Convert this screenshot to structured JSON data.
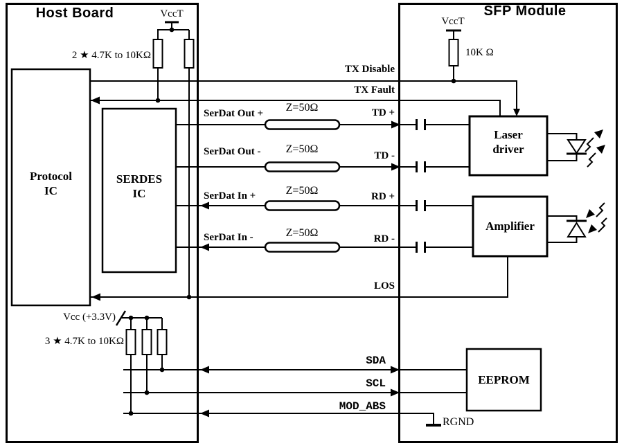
{
  "host_board": {
    "title": "Host Board",
    "protocol_ic": {
      "line1": "Protocol",
      "line2": "IC"
    },
    "serdes_ic": {
      "line1": "SERDES",
      "line2": "IC"
    },
    "pullup_tx": {
      "vcc_label": "VccT",
      "value": "2 ★ 4.7K to 10KΩ"
    },
    "pullup_i2c": {
      "vcc_label": "Vcc (+3.3V)",
      "value": "3 ★ 4.7K to 10KΩ"
    }
  },
  "sfp_module": {
    "title": "SFP Module",
    "laser_driver": {
      "line1": "Laser",
      "line2": "driver"
    },
    "amplifier": {
      "label": "Amplifier"
    },
    "eeprom": {
      "label": "EEPROM"
    },
    "pullup": {
      "vcc_label": "VccT",
      "value": "10K Ω"
    },
    "rgnd_label": "RGND"
  },
  "signals": {
    "tx_disable": "TX Disable",
    "tx_fault": "TX Fault",
    "serdat_out_p": "SerDat Out +",
    "serdat_out_m": "SerDat Out -",
    "serdat_in_p": "SerDat In +",
    "serdat_in_m": "SerDat In -",
    "td_p": "TD +",
    "td_m": "TD -",
    "rd_p": "RD +",
    "rd_m": "RD -",
    "los": "LOS",
    "sda": "SDA",
    "scl": "SCL",
    "mod_abs": "MOD_ABS",
    "impedance": "Z=50Ω"
  },
  "colors": {
    "line": "#000000",
    "background": "#ffffff"
  }
}
